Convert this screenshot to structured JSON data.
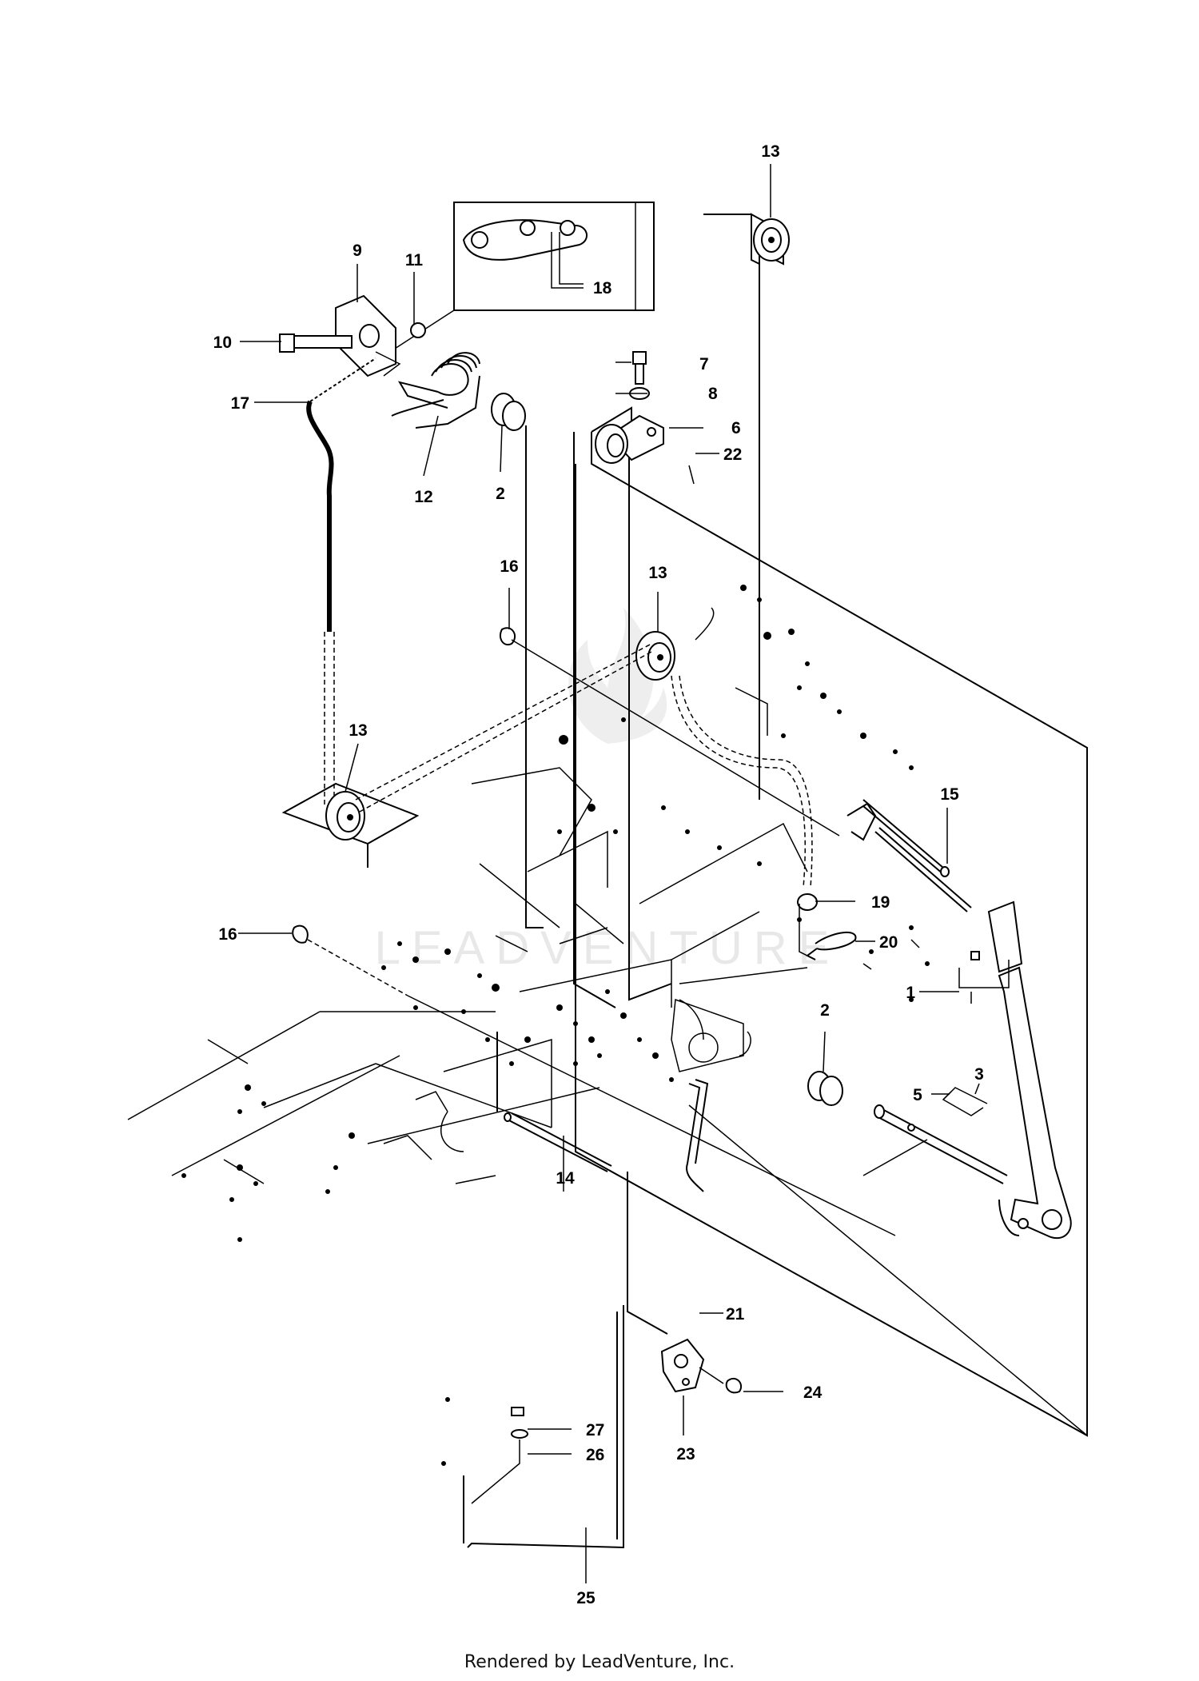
{
  "diagram": {
    "callouts": [
      {
        "id": "c-13-top",
        "text": "13"
      },
      {
        "id": "c-9",
        "text": "9"
      },
      {
        "id": "c-11",
        "text": "11"
      },
      {
        "id": "c-18",
        "text": "18"
      },
      {
        "id": "c-10",
        "text": "10"
      },
      {
        "id": "c-17",
        "text": "17"
      },
      {
        "id": "c-7",
        "text": "7"
      },
      {
        "id": "c-8",
        "text": "8"
      },
      {
        "id": "c-6",
        "text": "6"
      },
      {
        "id": "c-22",
        "text": "22"
      },
      {
        "id": "c-12",
        "text": "12"
      },
      {
        "id": "c-2-top",
        "text": "2"
      },
      {
        "id": "c-16-top",
        "text": "16"
      },
      {
        "id": "c-13-mid",
        "text": "13"
      },
      {
        "id": "c-13-left",
        "text": "13"
      },
      {
        "id": "c-15",
        "text": "15"
      },
      {
        "id": "c-19",
        "text": "19"
      },
      {
        "id": "c-16-left",
        "text": "16"
      },
      {
        "id": "c-20",
        "text": "20"
      },
      {
        "id": "c-1",
        "text": "1"
      },
      {
        "id": "c-2-bottom",
        "text": "2"
      },
      {
        "id": "c-5",
        "text": "5"
      },
      {
        "id": "c-3",
        "text": "3"
      },
      {
        "id": "c-14",
        "text": "14"
      },
      {
        "id": "c-21",
        "text": "21"
      },
      {
        "id": "c-24",
        "text": "24"
      },
      {
        "id": "c-27",
        "text": "27"
      },
      {
        "id": "c-26",
        "text": "26"
      },
      {
        "id": "c-23",
        "text": "23"
      },
      {
        "id": "c-25",
        "text": "25"
      }
    ],
    "watermark": "LEADVENTURE"
  },
  "footer": {
    "credit": "Rendered by LeadVenture, Inc."
  }
}
